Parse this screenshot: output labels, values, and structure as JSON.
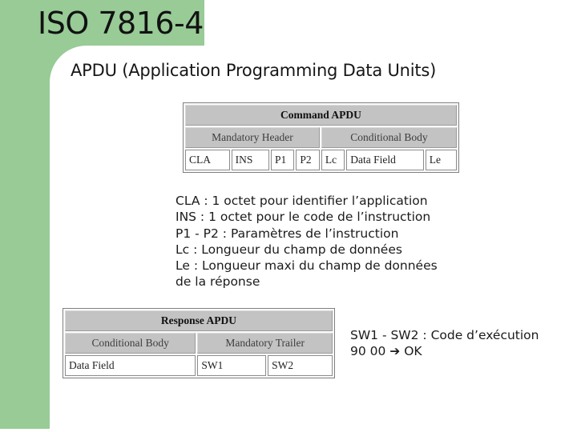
{
  "slide": {
    "title": "ISO 7816-4",
    "subtitle": "APDU (Application Programming Data Units)"
  },
  "command_apdu": {
    "title": "Command APDU",
    "group_headers": [
      "Mandatory Header",
      "Conditional Body"
    ],
    "fields": [
      "CLA",
      "INS",
      "P1",
      "P2",
      "Lc",
      "Data Field",
      "Le"
    ],
    "notes": [
      "CLA : 1 octet pour identifier l’application",
      "INS : 1 octet pour le code de l’instruction",
      "P1 - P2 : Paramètres de l’instruction",
      "Lc : Longueur du champ de données",
      "Le : Longueur maxi du champ de données",
      "de la réponse"
    ]
  },
  "response_apdu": {
    "title": "Response APDU",
    "group_headers": [
      "Conditional Body",
      "Mandatory Trailer"
    ],
    "fields": [
      "Data Field",
      "SW1",
      "SW2"
    ],
    "notes": [
      "SW1 - SW2 : Code d’exécution",
      "90 00 ➔ OK"
    ]
  },
  "colors": {
    "slide_green": "#98cb96",
    "table_header_gray": "#c3c3c3"
  }
}
